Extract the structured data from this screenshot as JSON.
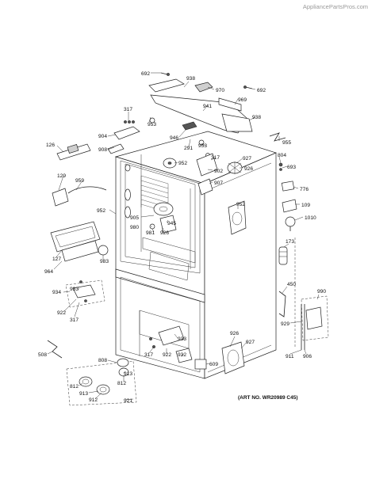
{
  "watermark": "AppliancePartsPros.com",
  "art_number": "(ART NO. WR20989 C45)",
  "callouts": {
    "c692a": "692",
    "c938a": "938",
    "c970": "970",
    "c692b": "692",
    "c941": "941",
    "c969": "969",
    "c938b": "938",
    "c317a": "317",
    "c953a": "953",
    "c904": "904",
    "c908": "908",
    "c946": "946",
    "c291": "291",
    "c953b": "953",
    "c955": "955",
    "c126": "126",
    "c927a": "927",
    "c804": "804",
    "c317b": "317",
    "c693": "693",
    "c952a": "952",
    "c926a": "926",
    "c902": "902",
    "c129": "129",
    "c959": "959",
    "c907": "907",
    "c776": "776",
    "c952b": "952",
    "c952c": "952",
    "c109": "109",
    "c905": "905",
    "c980": "980",
    "c945": "945",
    "c1010": "1010",
    "c981": "981",
    "c926b": "926",
    "c173": "173",
    "c127": "127",
    "c983": "983",
    "c964": "964",
    "c450": "450",
    "c934": "934",
    "c933a": "933",
    "c990": "990",
    "c922a": "922",
    "c317c": "317",
    "c929": "929",
    "c926c": "926",
    "c927b": "927",
    "c933b": "933",
    "c317d": "317",
    "c922b": "922",
    "c932": "932",
    "c508": "508",
    "c808": "808",
    "c609": "609",
    "c911": "911",
    "c906": "906",
    "c913a": "913",
    "c812a": "812",
    "c812b": "812",
    "c913b": "913",
    "c912": "912",
    "c921": "921"
  }
}
